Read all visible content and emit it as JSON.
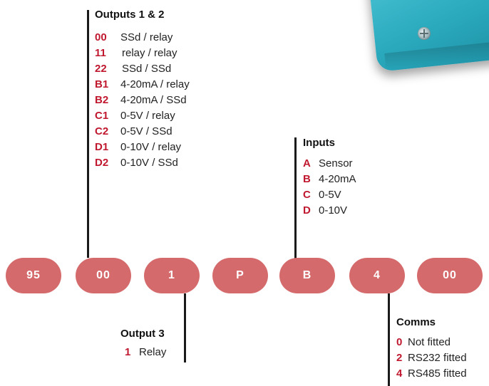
{
  "colors": {
    "pill": "#d56a6c",
    "code": "#c0182f",
    "line": "#1a1a1a"
  },
  "outputs12": {
    "title": "Outputs 1 & 2",
    "items": [
      {
        "code": "00",
        "desc": "SSd / relay"
      },
      {
        "code": "11",
        "desc": "relay / relay"
      },
      {
        "code": "22",
        "desc": "SSd / SSd"
      },
      {
        "code": "B1",
        "desc": "4-20mA / relay"
      },
      {
        "code": "B2",
        "desc": "4-20mA / SSd"
      },
      {
        "code": "C1",
        "desc": "0-5V / relay"
      },
      {
        "code": "C2",
        "desc": "0-5V / SSd"
      },
      {
        "code": "D1",
        "desc": "0-10V / relay"
      },
      {
        "code": "D2",
        "desc": "0-10V / SSd"
      }
    ]
  },
  "inputs": {
    "title": "Inputs",
    "items": [
      {
        "code": "A",
        "desc": "Sensor"
      },
      {
        "code": "B",
        "desc": "4-20mA"
      },
      {
        "code": "C",
        "desc": "0-5V"
      },
      {
        "code": "D",
        "desc": "0-10V"
      }
    ]
  },
  "output3": {
    "title": "Output 3",
    "items": [
      {
        "code": "1",
        "desc": "Relay"
      }
    ]
  },
  "comms": {
    "title": "Comms",
    "items": [
      {
        "code": "0",
        "desc": "Not fitted"
      },
      {
        "code": "2",
        "desc": "RS232 fitted"
      },
      {
        "code": "4",
        "desc": "RS485 fitted"
      }
    ]
  },
  "part_code": [
    "95",
    "00",
    "1",
    "P",
    "B",
    "4",
    "00"
  ]
}
